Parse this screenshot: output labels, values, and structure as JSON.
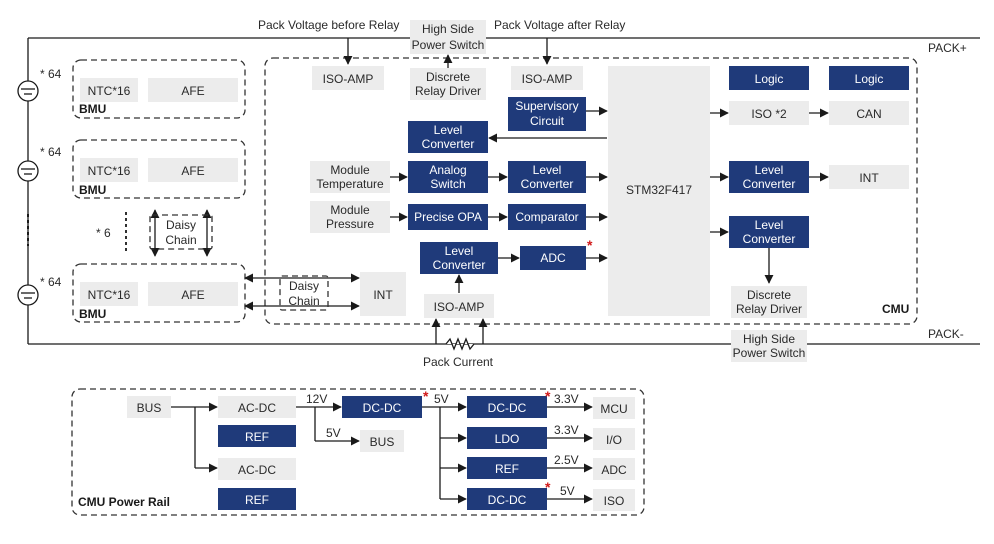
{
  "rails": {
    "pack_plus": "PACK+",
    "pack_minus": "PACK-",
    "voltage_before": "Pack Voltage before Relay",
    "voltage_after": "Pack Voltage after Relay",
    "high_side_top": [
      "High Side",
      "Power Switch"
    ],
    "high_side_bottom": [
      "High Side",
      "Power Switch"
    ],
    "pack_current": "Pack Current"
  },
  "cells": {
    "count_64": "* 64",
    "count_6": "* 6"
  },
  "bmu": {
    "label": "BMU",
    "ntc": "NTC*16",
    "afe": "AFE"
  },
  "daisy_chain": [
    "Daisy",
    "Chain"
  ],
  "cmu": {
    "label": "CMU",
    "iso_amp": "ISO-AMP",
    "discrete_relay_driver": [
      "Discrete",
      "Relay Driver"
    ],
    "supervisory_circuit": [
      "Supervisory",
      "Circuit"
    ],
    "level_converter": [
      "Level",
      "Converter"
    ],
    "module_temperature": [
      "Module",
      "Temperature"
    ],
    "module_pressure": [
      "Module",
      "Pressure"
    ],
    "analog_switch": [
      "Analog",
      "Switch"
    ],
    "precise_opa": "Precise OPA",
    "comparator": "Comparator",
    "adc": "ADC",
    "mcu": "STM32F417",
    "logic": "Logic",
    "iso2": "ISO *2",
    "can": "CAN",
    "int": "INT",
    "star": "*"
  },
  "power_rail": {
    "label": "CMU Power Rail",
    "bus": "BUS",
    "ac_dc": "AC-DC",
    "ref": "REF",
    "dc_dc": "DC-DC",
    "ldo": "LDO",
    "v12": "12V",
    "v5": "5V",
    "v3_3": "3.3V",
    "v2_5": "2.5V",
    "mcu": "MCU",
    "io": "I/O",
    "adc": "ADC",
    "iso": "ISO",
    "star": "*"
  },
  "colors": {
    "navy": "#1f3a7a",
    "gray": "#ececec",
    "star_red": "#d11a1a"
  }
}
